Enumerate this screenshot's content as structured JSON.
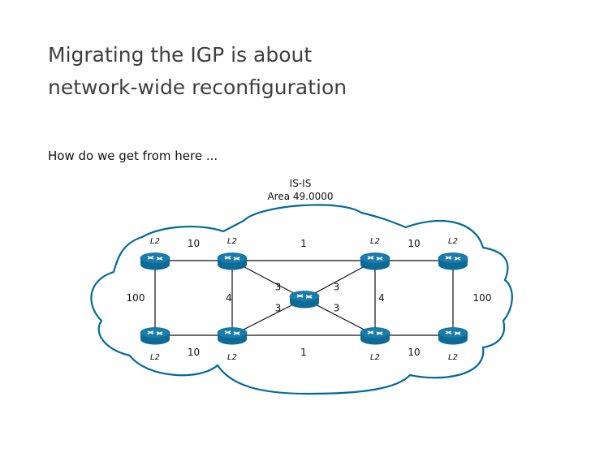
{
  "slide": {
    "title_lines": [
      "Migrating the IGP is about",
      "network-wide reconfiguration"
    ],
    "subtitle": "How do we get from here ..."
  },
  "cloud": {
    "protocol": "IS-IS",
    "area": "Area 49.0000",
    "color": "#006a9c"
  },
  "router_color": "#0b6a96",
  "routers": [
    {
      "id": "r1",
      "level": "L2",
      "label_pos": "above"
    },
    {
      "id": "r2",
      "level": "L2",
      "label_pos": "above"
    },
    {
      "id": "r3",
      "level": "L2",
      "label_pos": "above"
    },
    {
      "id": "r4",
      "level": "L2",
      "label_pos": "above"
    },
    {
      "id": "r5",
      "level": "L2",
      "label_pos": "below"
    },
    {
      "id": "r6",
      "level": "L2",
      "label_pos": "below"
    },
    {
      "id": "r7",
      "level": "L2",
      "label_pos": "below"
    },
    {
      "id": "r8",
      "level": "L2",
      "label_pos": "below"
    },
    {
      "id": "c",
      "level": "",
      "label_pos": "none"
    }
  ],
  "links": [
    {
      "from": "r1",
      "to": "r2",
      "weight": "10"
    },
    {
      "from": "r2",
      "to": "r3",
      "weight": "1"
    },
    {
      "from": "r3",
      "to": "r4",
      "weight": "10"
    },
    {
      "from": "r1",
      "to": "r5",
      "weight": "100"
    },
    {
      "from": "r2",
      "to": "r6",
      "weight": "4"
    },
    {
      "from": "r3",
      "to": "r7",
      "weight": "4"
    },
    {
      "from": "r4",
      "to": "r8",
      "weight": "100"
    },
    {
      "from": "r5",
      "to": "r6",
      "weight": "10"
    },
    {
      "from": "r6",
      "to": "r7",
      "weight": "1"
    },
    {
      "from": "r7",
      "to": "r8",
      "weight": "10"
    },
    {
      "from": "r2",
      "to": "c",
      "weight": "3"
    },
    {
      "from": "r3",
      "to": "c",
      "weight": "3"
    },
    {
      "from": "r6",
      "to": "c",
      "weight": "3"
    },
    {
      "from": "r7",
      "to": "c",
      "weight": "3"
    }
  ]
}
